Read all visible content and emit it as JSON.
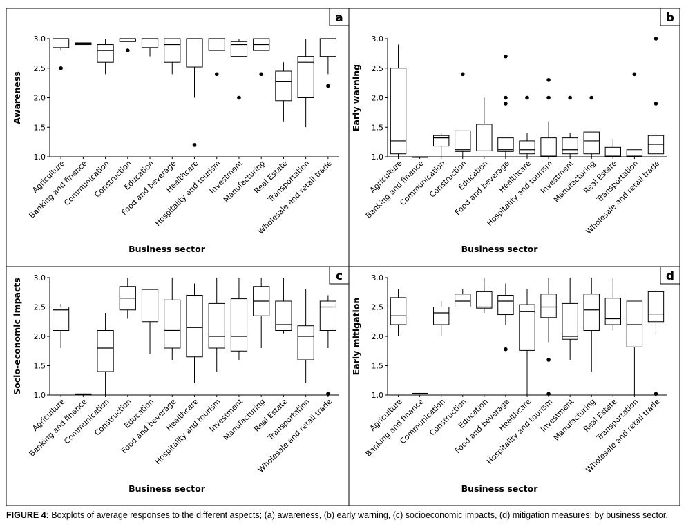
{
  "caption": {
    "label": "FIGURE 4:",
    "text": " Boxplots of average responses to the different aspects; (a) awareness, (b) early warning, (c) socioeconomic impacts, (d) mitigation measures; by business sector."
  },
  "chart_data": [
    {
      "type": "box",
      "panel_letter": "a",
      "ylabel": "Awareness",
      "xlabel": "Business sector",
      "ylim": [
        1.0,
        3.0
      ],
      "yticks": [
        "1.0",
        "1.5",
        "2.0",
        "2.5",
        "3.0"
      ],
      "categories": [
        "Agriculture",
        "Banking and finance",
        "Communication",
        "Construction",
        "Education",
        "Food and beverage",
        "Healthcare",
        "Hospitality and tourism",
        "Investment",
        "Manufacturing",
        "Real Estate",
        "Transportation",
        "Wholesale and retail trade"
      ],
      "boxes": [
        {
          "low": 2.8,
          "q1": 2.85,
          "median": 3.0,
          "q3": 3.0,
          "high": 3.0
        },
        {
          "low": 2.9,
          "q1": 2.9,
          "median": 2.92,
          "q3": 2.93,
          "high": 2.93
        },
        {
          "low": 2.4,
          "q1": 2.6,
          "median": 2.8,
          "q3": 2.9,
          "high": 3.0
        },
        {
          "low": 2.95,
          "q1": 2.95,
          "median": 3.0,
          "q3": 3.0,
          "high": 3.0
        },
        {
          "low": 2.7,
          "q1": 2.85,
          "median": 3.0,
          "q3": 3.0,
          "high": 3.0
        },
        {
          "low": 2.4,
          "q1": 2.6,
          "median": 2.9,
          "q3": 3.0,
          "high": 3.0
        },
        {
          "low": 2.0,
          "q1": 2.52,
          "median": 3.0,
          "q3": 3.0,
          "high": 3.0
        },
        {
          "low": 2.8,
          "q1": 2.8,
          "median": 3.0,
          "q3": 3.0,
          "high": 3.0
        },
        {
          "low": 2.7,
          "q1": 2.7,
          "median": 2.9,
          "q3": 2.95,
          "high": 3.0
        },
        {
          "low": 2.8,
          "q1": 2.8,
          "median": 2.9,
          "q3": 3.0,
          "high": 3.0
        },
        {
          "low": 1.6,
          "q1": 1.95,
          "median": 2.27,
          "q3": 2.45,
          "high": 2.6
        },
        {
          "low": 1.5,
          "q1": 2.0,
          "median": 2.6,
          "q3": 2.7,
          "high": 3.0
        },
        {
          "low": 2.4,
          "q1": 2.7,
          "median": 3.0,
          "q3": 3.0,
          "high": 3.0
        }
      ],
      "outliers": [
        [
          0,
          2.5
        ],
        [
          3,
          2.8
        ],
        [
          6,
          1.2
        ],
        [
          7,
          2.4
        ],
        [
          8,
          2.0
        ],
        [
          9,
          2.4
        ],
        [
          12,
          2.2
        ]
      ]
    },
    {
      "type": "box",
      "panel_letter": "b",
      "ylabel": "Early warning",
      "xlabel": "Business sector",
      "ylim": [
        1.0,
        3.0
      ],
      "yticks": [
        "1.0",
        "1.5",
        "2.0",
        "2.5",
        "3.0"
      ],
      "categories": [
        "Agriculture",
        "Banking and finance",
        "Communication",
        "Construction",
        "Education",
        "Food and beverage",
        "Healthcare",
        "Hospitality and tourism",
        "Investment",
        "Manufacturing",
        "Real Estate",
        "Transportation",
        "Wholesale and retail trade"
      ],
      "boxes": [
        {
          "low": 1.0,
          "q1": 1.05,
          "median": 1.27,
          "q3": 2.5,
          "high": 2.9
        },
        {
          "low": 1.0,
          "q1": 1.0,
          "median": 1.0,
          "q3": 1.0,
          "high": 1.0
        },
        {
          "low": 1.0,
          "q1": 1.18,
          "median": 1.32,
          "q3": 1.36,
          "high": 1.4
        },
        {
          "low": 1.0,
          "q1": 1.09,
          "median": 1.12,
          "q3": 1.44,
          "high": 1.44
        },
        {
          "low": 1.1,
          "q1": 1.1,
          "median": 1.1,
          "q3": 1.55,
          "high": 2.0
        },
        {
          "low": 1.0,
          "q1": 1.09,
          "median": 1.12,
          "q3": 1.32,
          "high": 1.32
        },
        {
          "low": 1.0,
          "q1": 1.05,
          "median": 1.12,
          "q3": 1.27,
          "high": 1.41
        },
        {
          "low": 1.0,
          "q1": 1.0,
          "median": 1.01,
          "q3": 1.32,
          "high": 1.6
        },
        {
          "low": 1.0,
          "q1": 1.05,
          "median": 1.12,
          "q3": 1.32,
          "high": 1.41
        },
        {
          "low": 1.0,
          "q1": 1.05,
          "median": 1.27,
          "q3": 1.42,
          "high": 1.42
        },
        {
          "low": 1.0,
          "q1": 1.0,
          "median": 1.01,
          "q3": 1.16,
          "high": 1.3
        },
        {
          "low": 1.0,
          "q1": 1.0,
          "median": 1.01,
          "q3": 1.12,
          "high": 1.12
        },
        {
          "low": 1.0,
          "q1": 1.05,
          "median": 1.21,
          "q3": 1.36,
          "high": 1.4
        }
      ],
      "outliers": [
        [
          3,
          2.4
        ],
        [
          5,
          2.7
        ],
        [
          5,
          2.0
        ],
        [
          5,
          1.9
        ],
        [
          6,
          2.0
        ],
        [
          7,
          2.3
        ],
        [
          7,
          2.0
        ],
        [
          8,
          2.0
        ],
        [
          9,
          2.0
        ],
        [
          11,
          2.4
        ],
        [
          12,
          3.0
        ],
        [
          12,
          1.9
        ]
      ]
    },
    {
      "type": "box",
      "panel_letter": "c",
      "ylabel": "Socio-economic impacts",
      "xlabel": "Business sector",
      "ylim": [
        1.0,
        3.0
      ],
      "yticks": [
        "1.0",
        "1.5",
        "2.0",
        "2.5",
        "3.0"
      ],
      "categories": [
        "Agriculture",
        "Banking and finance",
        "Communication",
        "Construction",
        "Education",
        "Food and beverage",
        "Healthcare",
        "Hospitality and tourism",
        "Investment",
        "Manufacturing",
        "Real Estate",
        "Transportation",
        "Wholesale and retail trade"
      ],
      "boxes": [
        {
          "low": 1.8,
          "q1": 2.1,
          "median": 2.45,
          "q3": 2.5,
          "high": 2.55
        },
        {
          "low": 1.0,
          "q1": 1.0,
          "median": 1.01,
          "q3": 1.02,
          "high": 1.02
        },
        {
          "low": 1.0,
          "q1": 1.4,
          "median": 1.8,
          "q3": 2.1,
          "high": 2.4
        },
        {
          "low": 2.3,
          "q1": 2.45,
          "median": 2.65,
          "q3": 2.85,
          "high": 3.0
        },
        {
          "low": 1.7,
          "q1": 2.25,
          "median": 2.8,
          "q3": 2.8,
          "high": 2.8
        },
        {
          "low": 1.6,
          "q1": 1.8,
          "median": 2.1,
          "q3": 2.62,
          "high": 3.0
        },
        {
          "low": 1.2,
          "q1": 1.65,
          "median": 2.15,
          "q3": 2.7,
          "high": 2.9
        },
        {
          "low": 1.4,
          "q1": 1.8,
          "median": 2.0,
          "q3": 2.56,
          "high": 3.0
        },
        {
          "low": 1.6,
          "q1": 1.75,
          "median": 2.0,
          "q3": 2.64,
          "high": 3.0
        },
        {
          "low": 1.8,
          "q1": 2.35,
          "median": 2.6,
          "q3": 2.85,
          "high": 3.0
        },
        {
          "low": 2.05,
          "q1": 2.1,
          "median": 2.2,
          "q3": 2.6,
          "high": 3.0
        },
        {
          "low": 1.2,
          "q1": 1.6,
          "median": 2.0,
          "q3": 2.18,
          "high": 2.8
        },
        {
          "low": 1.8,
          "q1": 2.1,
          "median": 2.5,
          "q3": 2.6,
          "high": 2.7
        }
      ],
      "outliers": [
        [
          12,
          1.02
        ]
      ]
    },
    {
      "type": "box",
      "panel_letter": "d",
      "ylabel": "Early mitigation",
      "xlabel": "Business sector",
      "ylim": [
        1.0,
        3.0
      ],
      "yticks": [
        "1.0",
        "1.5",
        "2.0",
        "2.5",
        "3.0"
      ],
      "categories": [
        "Agriculture",
        "Banking and finance",
        "Communication",
        "Construction",
        "Education",
        "Food and beverage",
        "Healthcare",
        "Hospitality and tourism",
        "Investment",
        "Manufacturing",
        "Real Estate",
        "Transportation",
        "Wholesale and retail trade"
      ],
      "boxes": [
        {
          "low": 2.0,
          "q1": 2.2,
          "median": 2.35,
          "q3": 2.66,
          "high": 2.8
        },
        {
          "low": 1.02,
          "q1": 1.02,
          "median": 1.02,
          "q3": 1.03,
          "high": 1.03
        },
        {
          "low": 2.0,
          "q1": 2.2,
          "median": 2.4,
          "q3": 2.5,
          "high": 2.6
        },
        {
          "low": 2.5,
          "q1": 2.5,
          "median": 2.6,
          "q3": 2.72,
          "high": 2.8
        },
        {
          "low": 2.4,
          "q1": 2.48,
          "median": 2.5,
          "q3": 2.76,
          "high": 3.0
        },
        {
          "low": 2.2,
          "q1": 2.37,
          "median": 2.6,
          "q3": 2.7,
          "high": 2.9
        },
        {
          "low": 1.0,
          "q1": 1.76,
          "median": 2.42,
          "q3": 2.54,
          "high": 2.8
        },
        {
          "low": 1.9,
          "q1": 2.32,
          "median": 2.5,
          "q3": 2.72,
          "high": 3.0
        },
        {
          "low": 1.6,
          "q1": 1.95,
          "median": 2.0,
          "q3": 2.56,
          "high": 3.0
        },
        {
          "low": 1.4,
          "q1": 2.1,
          "median": 2.45,
          "q3": 2.72,
          "high": 3.0
        },
        {
          "low": 2.1,
          "q1": 2.2,
          "median": 2.3,
          "q3": 2.65,
          "high": 3.0
        },
        {
          "low": 1.0,
          "q1": 1.82,
          "median": 2.2,
          "q3": 2.6,
          "high": 2.6
        },
        {
          "low": 2.0,
          "q1": 2.25,
          "median": 2.38,
          "q3": 2.76,
          "high": 2.8
        }
      ],
      "outliers": [
        [
          5,
          1.78
        ],
        [
          7,
          1.6
        ],
        [
          7,
          1.02
        ],
        [
          12,
          1.02
        ]
      ]
    }
  ]
}
